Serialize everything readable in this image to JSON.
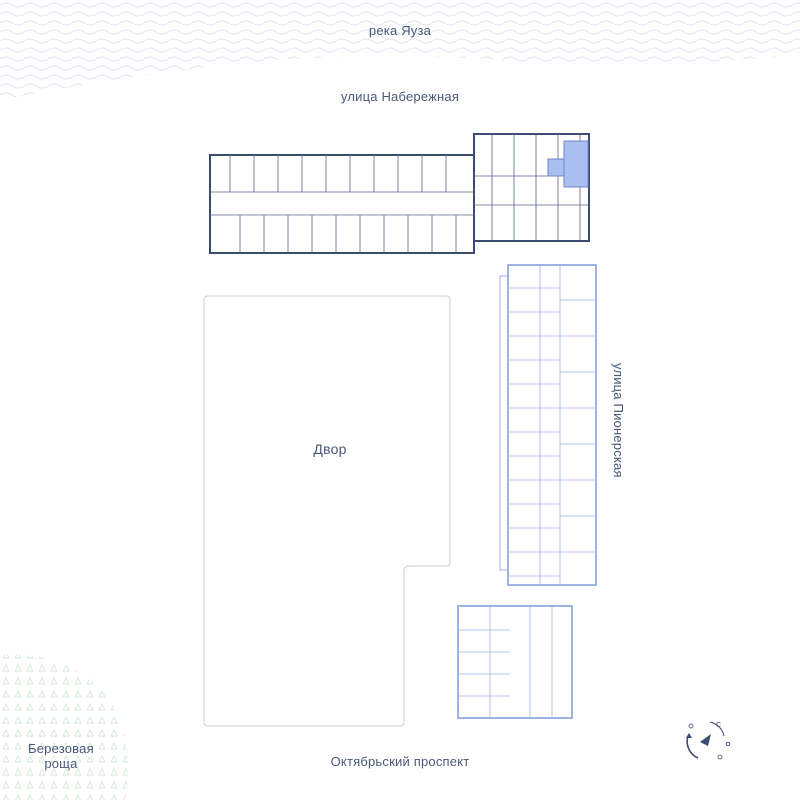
{
  "labels": {
    "river": "река Яуза",
    "embankment": "улица Набережная",
    "yard": "Двор",
    "pionerskaya": "улица Пионерская",
    "oktyabrsky": "Октябрьский проспект",
    "grove_line1": "Березовая",
    "grove_line2": "роща"
  },
  "colors": {
    "text": "#4a5878",
    "building_dark": "#3d4a72",
    "building_light": "#9fb2e4",
    "highlight_unit": "#a9bff1",
    "yard_outline": "#c9ced8",
    "waves": "#dfe4f1",
    "grove_pattern": "#d6ead8"
  },
  "icons": {
    "compass": "compass-rose-icon",
    "grove": "tree-pattern-icon",
    "river": "wave-pattern-icon"
  }
}
